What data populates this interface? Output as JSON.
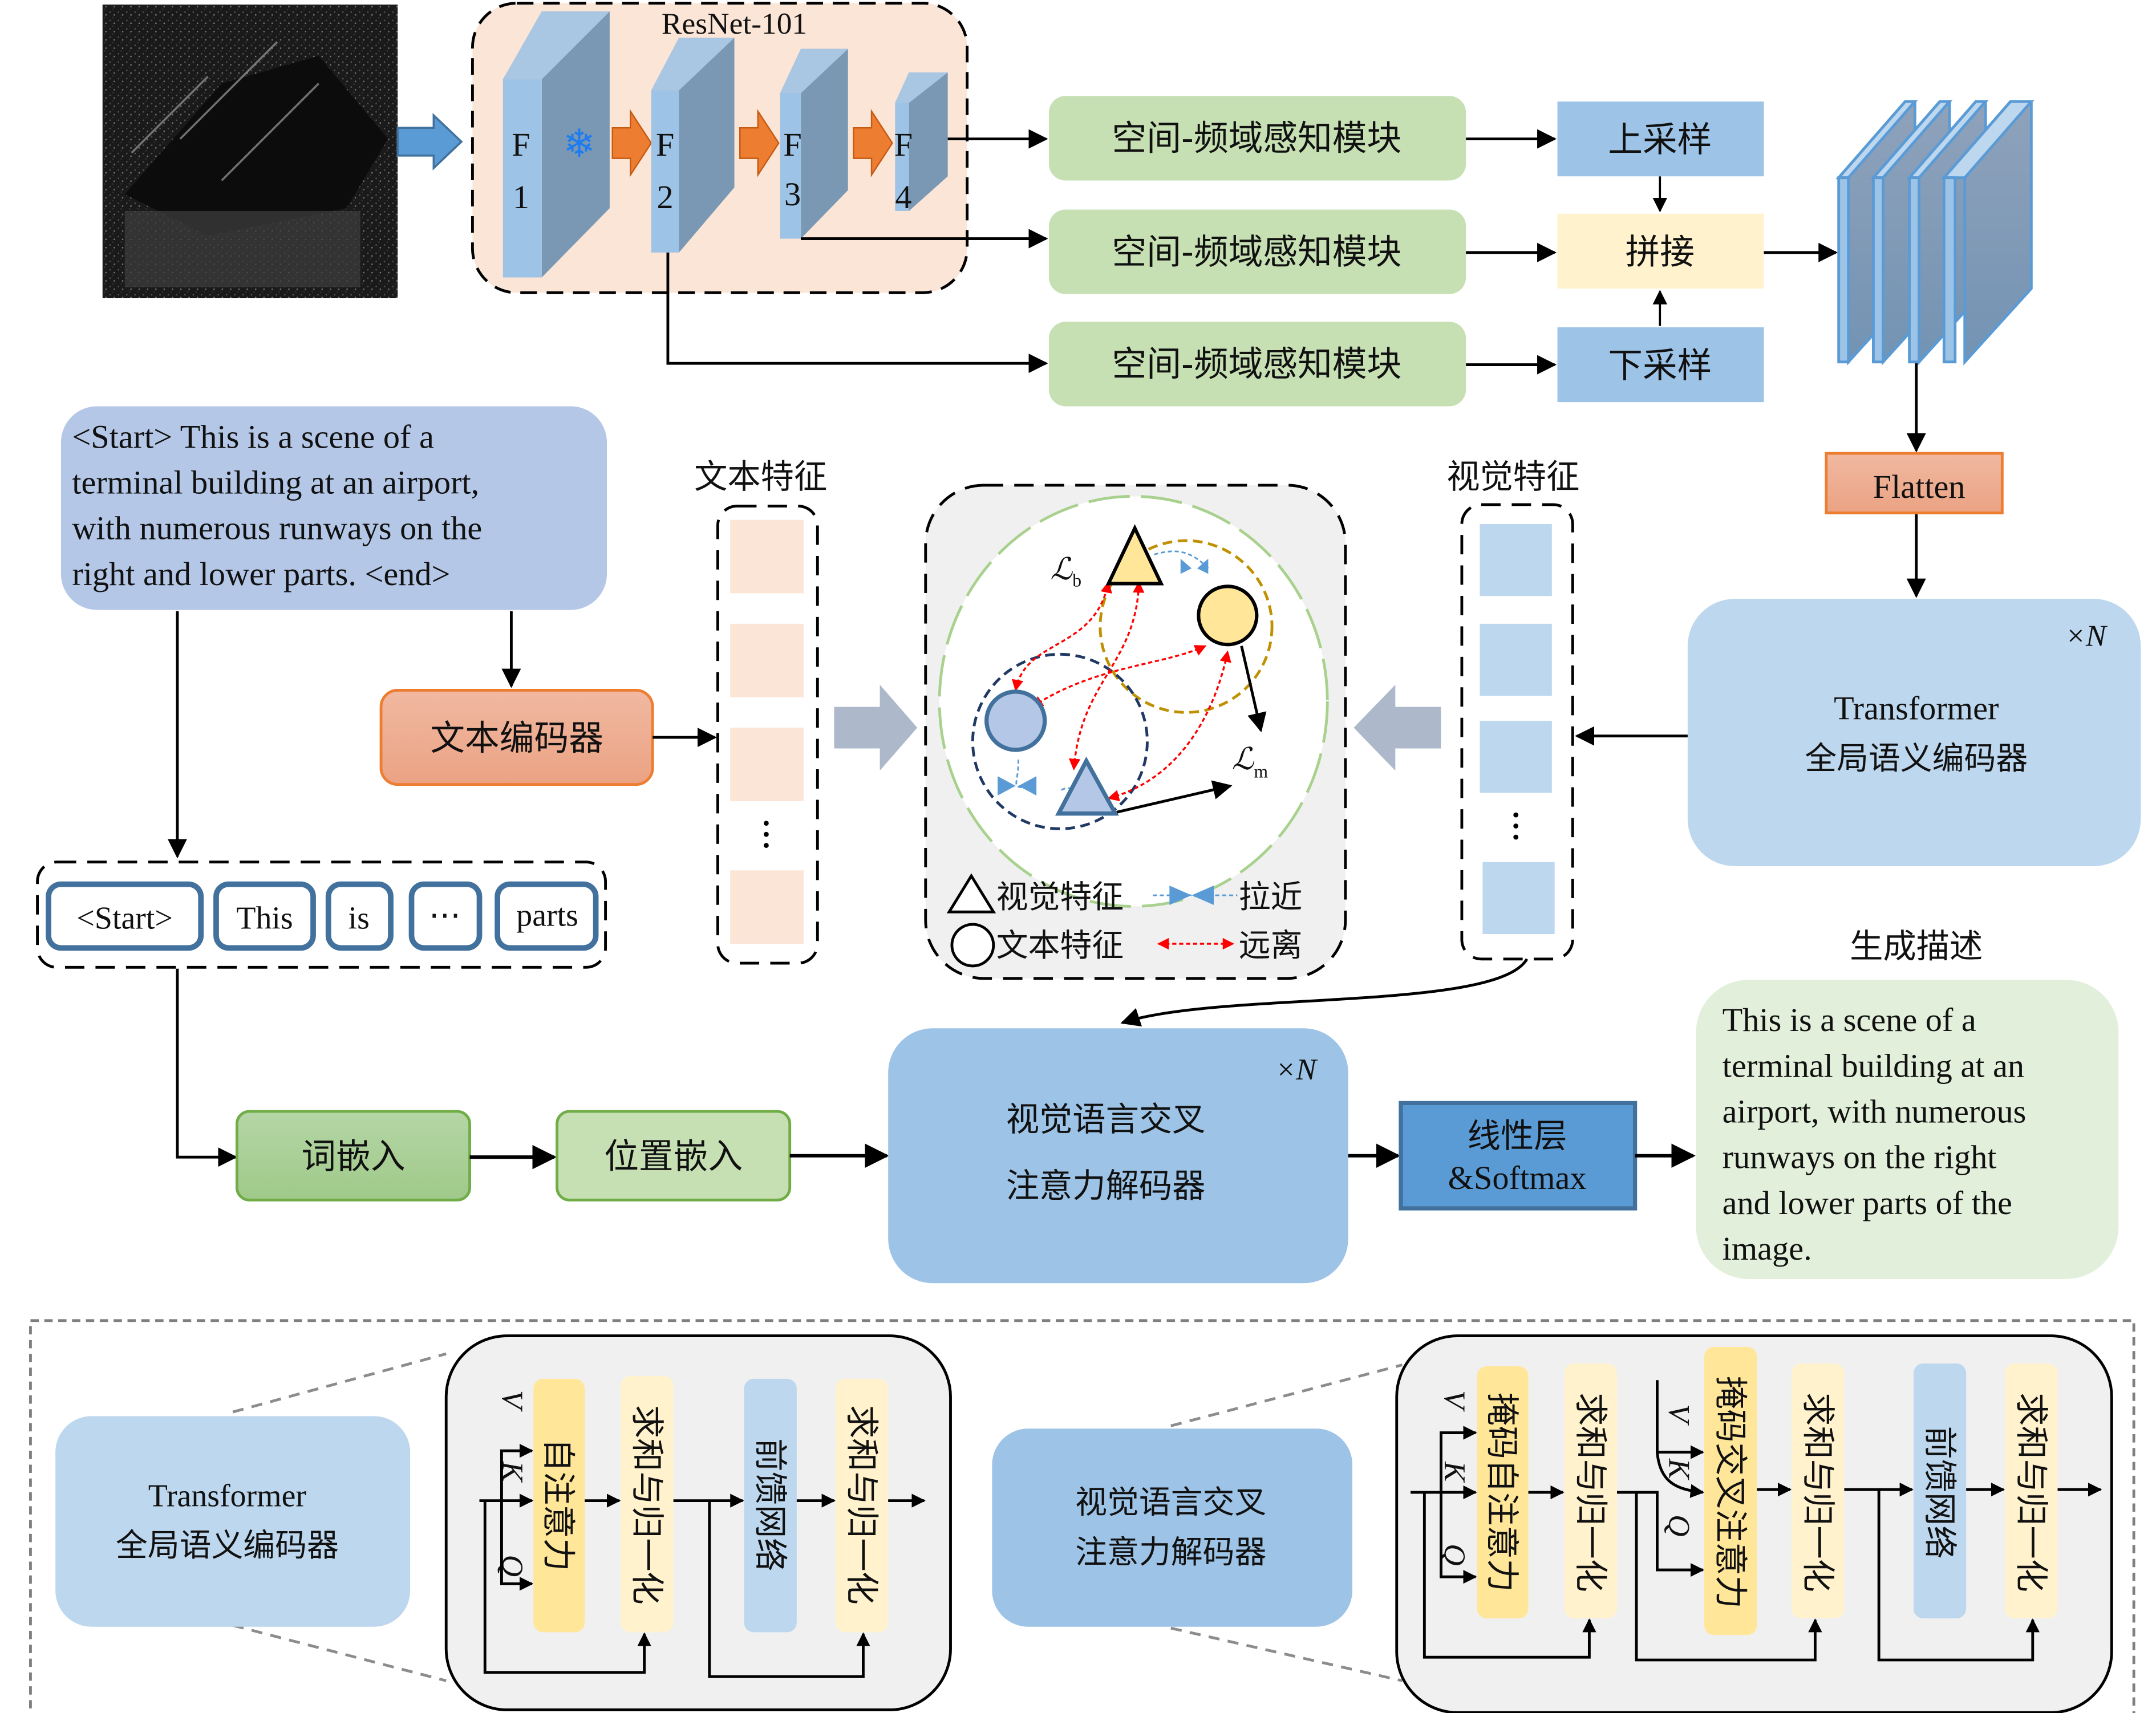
{
  "backbone": {
    "title": "ResNet-101",
    "stages": [
      {
        "letter": "F",
        "index": "1"
      },
      {
        "letter": "F",
        "index": "2"
      },
      {
        "letter": "F",
        "index": "3"
      },
      {
        "letter": "F",
        "index": "4"
      }
    ],
    "frozen_icon": "snowflake-icon",
    "frozen_glyph": "❄"
  },
  "sfp_modules": [
    "空间-频域感知模块",
    "空间-频域感知模块",
    "空间-频域感知模块"
  ],
  "fusion": {
    "upsample": "上采样",
    "concat": "拼接",
    "downsample": "下采样"
  },
  "flatten": "Flatten",
  "encoder": {
    "repeat": "×N",
    "line1": "Transformer",
    "line2": "全局语义编码器"
  },
  "input_caption": {
    "lines": [
      "<Start> This is a scene of a",
      "terminal building at an airport,",
      "with numerous runways on the",
      "right and lower parts. <end>"
    ]
  },
  "text_encoder": "文本编码器",
  "text_feature_label": "文本特征",
  "visual_feature_label": "视觉特征",
  "contrastive": {
    "loss_b": "ℒ",
    "loss_b_sub": "b",
    "loss_m": "ℒ",
    "loss_m_sub": "m",
    "legend": {
      "visual": "视觉特征",
      "text": "文本特征",
      "pull": "拉近",
      "push": "远离"
    }
  },
  "tokens": [
    "<Start>",
    "This",
    "is",
    "⋯",
    "parts"
  ],
  "word_embedding": "词嵌入",
  "position_embedding": "位置嵌入",
  "decoder": {
    "repeat": "×N",
    "line1": "视觉语言交叉",
    "line2": "注意力解码器"
  },
  "linear_softmax": {
    "line1": "线性层",
    "line2": "&Softmax"
  },
  "output": {
    "label": "生成描述",
    "lines": [
      "This is a scene of a",
      "terminal building at an",
      "airport, with numerous",
      "runways on the right",
      "and lower parts of the",
      "image."
    ]
  },
  "detail": {
    "encoder_box": {
      "line1": "Transformer",
      "line2": "全局语义编码器"
    },
    "encoder_blocks": [
      "自注意力",
      "求和与归一化",
      "前馈网络",
      "求和与归一化"
    ],
    "decoder_box": {
      "line1": "视觉语言交叉",
      "line2": "注意力解码器"
    },
    "decoder_blocks": [
      "掩码自注意力",
      "求和与归一化",
      "掩码交叉注意力",
      "求和与归一化",
      "前馈网络",
      "求和与归一化"
    ],
    "qkv": {
      "v": "V",
      "k": "K",
      "q": "Q"
    }
  },
  "colors": {
    "backbone_bg": "#fbe5d6",
    "green_module": "#c6e0b4",
    "blue_box": "#9dc3e6",
    "light_blue": "#bdd7ee",
    "concat_yellow": "#fff2cc",
    "orange": "#f4b183",
    "orange_border": "#ed7d31",
    "caption_blue": "#b4c7e7",
    "output_green": "#e2efda",
    "gold": "#ffe699",
    "dark_blue": "#5b9bd5"
  }
}
